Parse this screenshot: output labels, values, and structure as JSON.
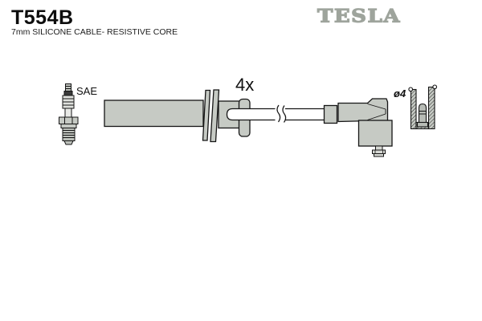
{
  "product": {
    "code": "T554B",
    "description": "7mm SILICONE CABLE- RESISTIVE CORE"
  },
  "brand": {
    "logo_text": "TESLA",
    "logo_color": "#9ea49c"
  },
  "diagram": {
    "labels": {
      "spark_plug_standard": "SAE",
      "quantity": "4x",
      "diameter": "ø4"
    },
    "colors": {
      "part_fill": "#c6cac4",
      "part_fill_dark": "#b8bcb6",
      "outline": "#151515"
    }
  }
}
